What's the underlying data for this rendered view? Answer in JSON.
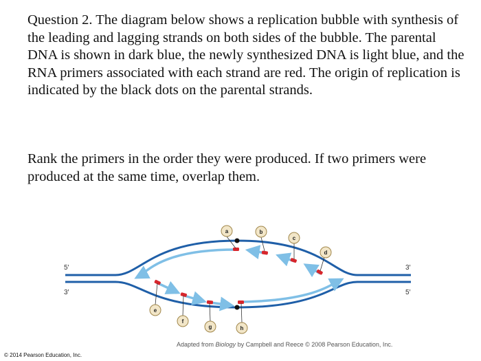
{
  "question_text": "Question 2. The diagram below shows a replication bubble with synthesis of the leading and lagging strands on both sides of the bubble. The parental DNA is shown in dark blue, the newly synthesized DNA is light blue, and the RNA primers associated with each strand are red. The origin of replication is indicated by the black dots on the parental strands.",
  "instruction_text": "Rank the primers in the order they were produced. If two primers were produced at the same time, overlap them.",
  "diagram": {
    "end_labels": {
      "top_left": "5′",
      "bottom_left": "3′",
      "top_right": "3′",
      "bottom_right": "5′"
    },
    "primers": [
      "a",
      "b",
      "c",
      "d",
      "e",
      "f",
      "g",
      "h"
    ],
    "colors": {
      "parental": "#1f5fa8",
      "new_strand": "#7fbfe6",
      "primer": "#d7262c",
      "origin": "#111111",
      "callout_fill": "#f2e6c8",
      "callout_stroke": "#a0864a"
    }
  },
  "credit": {
    "prefix": "Adapted from ",
    "book": "Biology",
    "suffix": " by Campbell and Reece © 2008 Pearson Education, Inc."
  },
  "copyright": "© 2014 Pearson Education, Inc."
}
